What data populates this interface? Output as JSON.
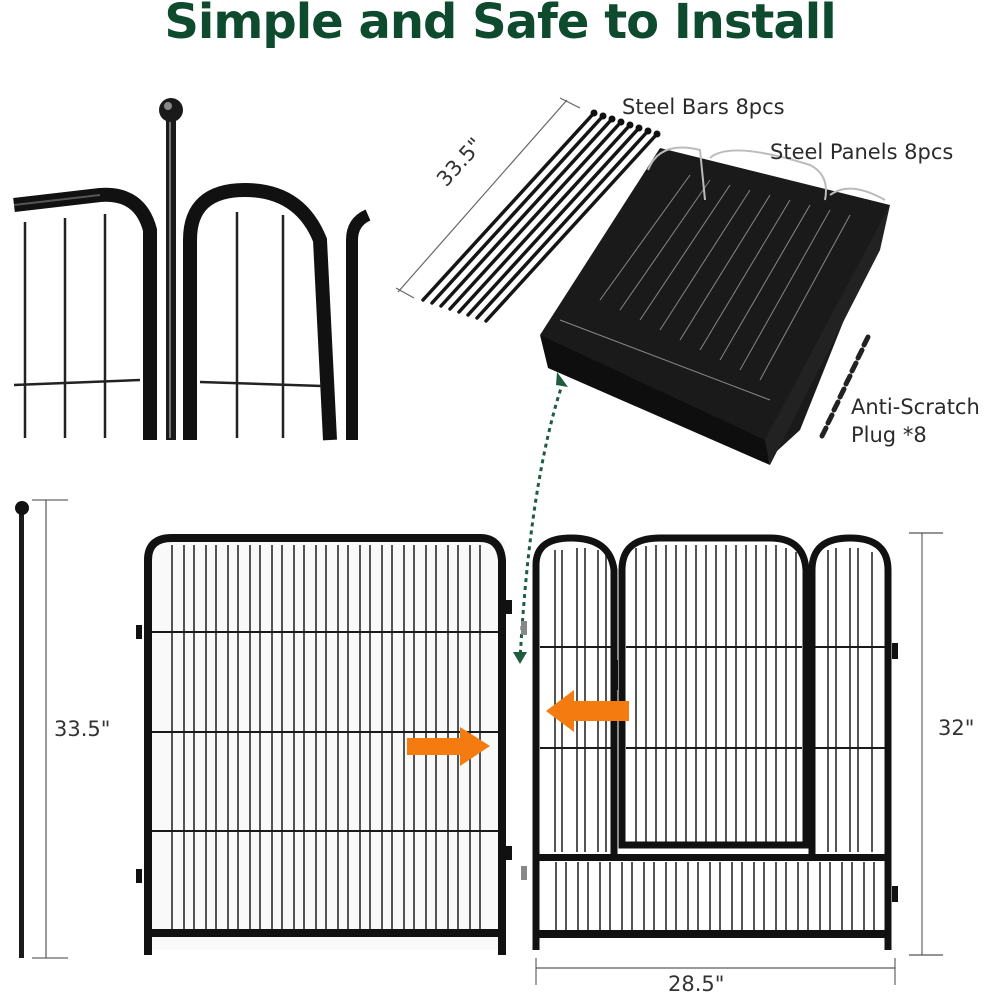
{
  "header": {
    "title": "Simple and Safe to Install"
  },
  "colors": {
    "title_green": "#0d4a2e",
    "arrow_orange": "#f47b10",
    "dotted_arrow_green": "#1f5c3e",
    "frame_black": "#111111"
  },
  "package_contents": {
    "steel_bars": {
      "label": "Steel Bars 8pcs",
      "length": "33.5\""
    },
    "steel_panels": {
      "label": "Steel Panels 8pcs"
    },
    "anti_scratch_plug": {
      "line1": "Anti-Scratch",
      "line2": "Plug *8"
    }
  },
  "dimensions": {
    "bar_height": "33.5\"",
    "panel_height": "32\"",
    "panel_width": "28.5\""
  },
  "illustrations": {
    "closeup": "connecting-rod-through-panel-loops-icon",
    "left_panel": "standard-fence-panel-icon",
    "right_panel": "door-fence-panel-icon",
    "insert_arrow": "dotted-arrow-icon",
    "join_arrows": "orange-join-arrows-icon"
  }
}
